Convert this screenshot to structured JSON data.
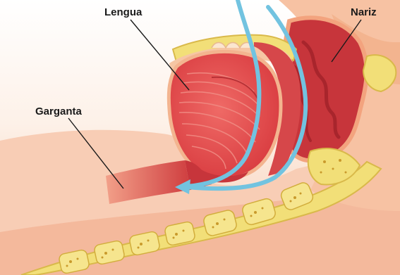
{
  "labels": {
    "lengua": "Lengua",
    "nariz": "Nariz",
    "garganta": "Garganta"
  },
  "colors": {
    "skin_light": "#fbe1d0",
    "skin_mid": "#f6c2a6",
    "tissue_dark": "#c7353b",
    "tongue_red": "#e0474a",
    "throat_red": "#d84a48",
    "bone_yellow": "#f2df78",
    "bone_outline": "#d9b94a",
    "airflow_blue": "#72c3e0",
    "leader_line": "#1a1a1a"
  }
}
